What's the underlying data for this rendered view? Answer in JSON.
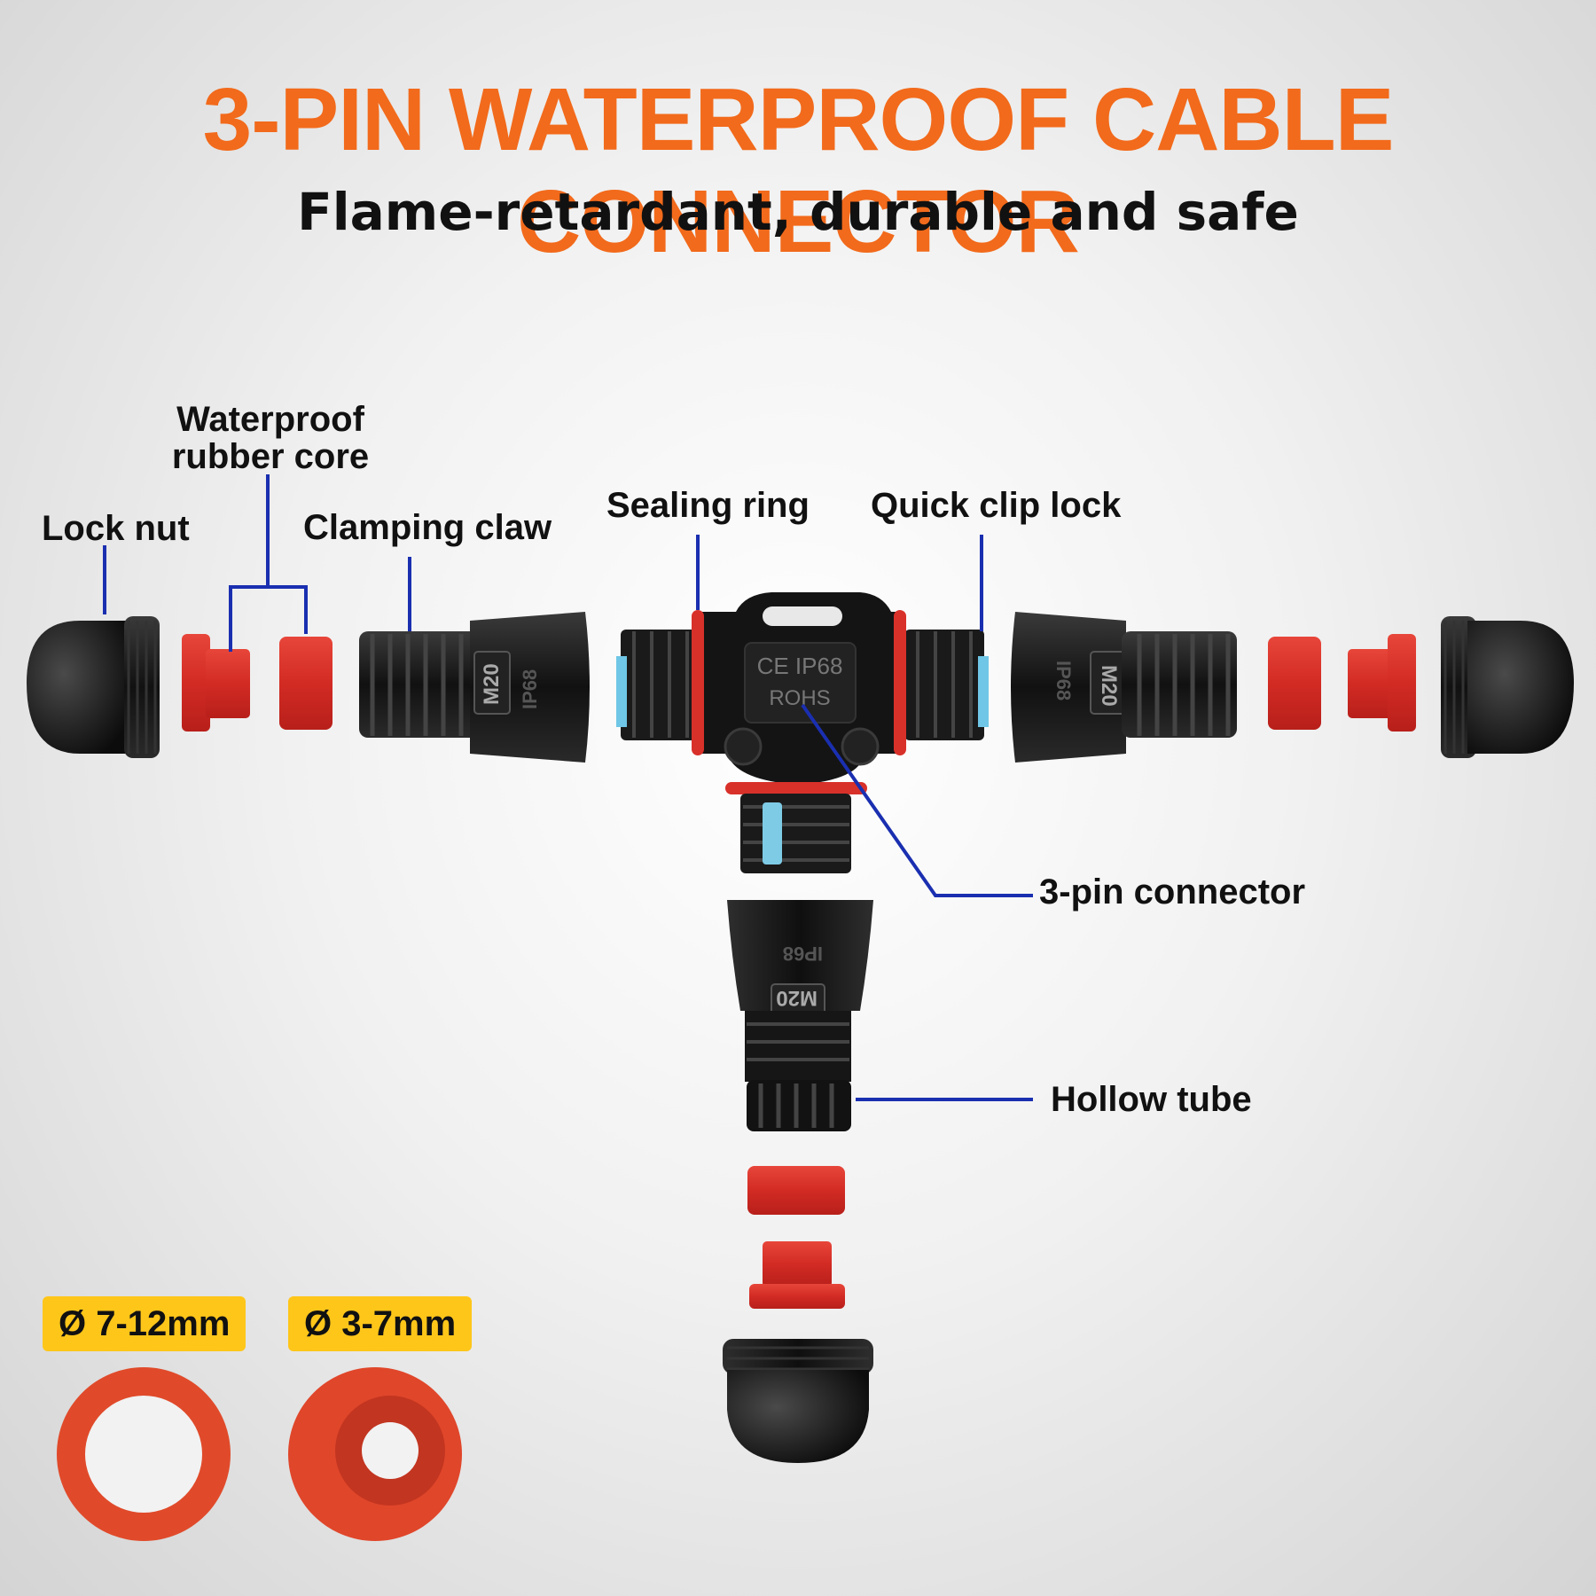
{
  "header": {
    "title": "3-PIN WATERPROOF CABLE CONNECTOR",
    "subtitle": "Flame-retardant, durable and safe"
  },
  "labels": {
    "lock_nut": "Lock nut",
    "rubber_core_line1": "Waterproof",
    "rubber_core_line2": "rubber core",
    "clamping_claw": "Clamping claw",
    "sealing_ring": "Sealing ring",
    "quick_clip_lock": "Quick clip lock",
    "three_pin_connector": "3-pin connector",
    "hollow_tube": "Hollow tube"
  },
  "markings": {
    "m20": "M20",
    "ip68": "IP68",
    "ce_ip68": "CE IP68",
    "rohs": "ROHS"
  },
  "sizes": [
    {
      "text": "Ø 7-12mm"
    },
    {
      "text": "Ø 3-7mm"
    }
  ],
  "colors": {
    "title": "#f26a1b",
    "callout_line": "#1a2fb0",
    "badge": "#ffc61a",
    "rubber_red": "#e0392f",
    "body_black": "#161616"
  }
}
